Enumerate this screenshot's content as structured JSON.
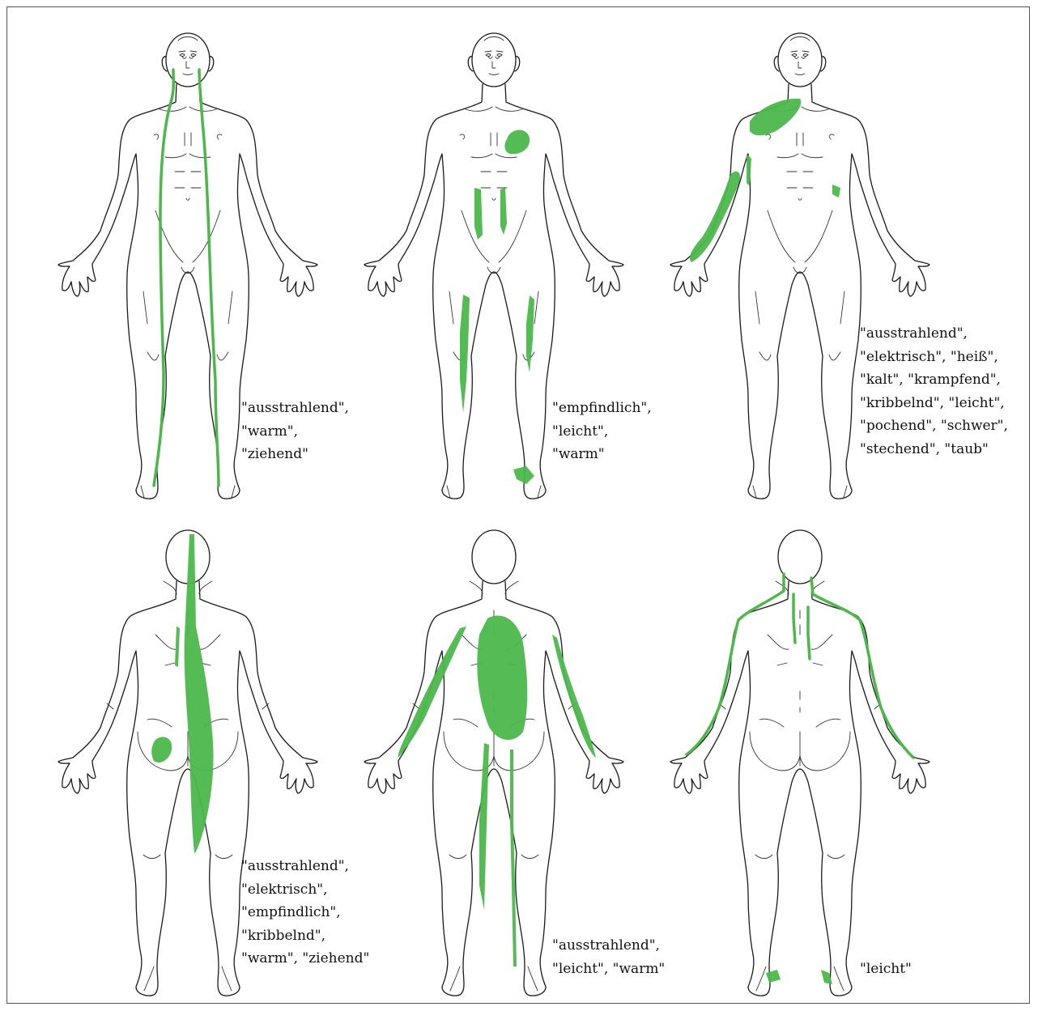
{
  "figures": [
    {
      "view": "front",
      "labels": [
        "\"ausstrahlend\",",
        "\"warm\",",
        "\"ziehend\""
      ]
    },
    {
      "view": "front",
      "labels": [
        "\"empfindlich\",",
        "\"leicht\",",
        "\"warm\""
      ]
    },
    {
      "view": "front",
      "labels": [
        "\"ausstrahlend\",",
        "\"elektrisch\", \"heiß\",",
        "\"kalt\", \"krampfend\",",
        "\"kribbelnd\", \"leicht\",",
        "\"pochend\", \"schwer\",",
        "\"stechend\", \"taub\""
      ]
    },
    {
      "view": "back",
      "labels": [
        "\"ausstrahlend\",",
        "\"elektrisch\",",
        "\"empfindlich\",",
        "\"kribbelnd\",",
        "\"warm\", \"ziehend\""
      ]
    },
    {
      "view": "back",
      "labels": [
        "\"ausstrahlend\",",
        "\"leicht\", \"warm\""
      ]
    },
    {
      "view": "back",
      "labels": [
        "\"leicht\""
      ]
    }
  ],
  "colors": {
    "marking": "#4cb84c",
    "outline": "#1a1a1a",
    "background": "#ffffff"
  }
}
